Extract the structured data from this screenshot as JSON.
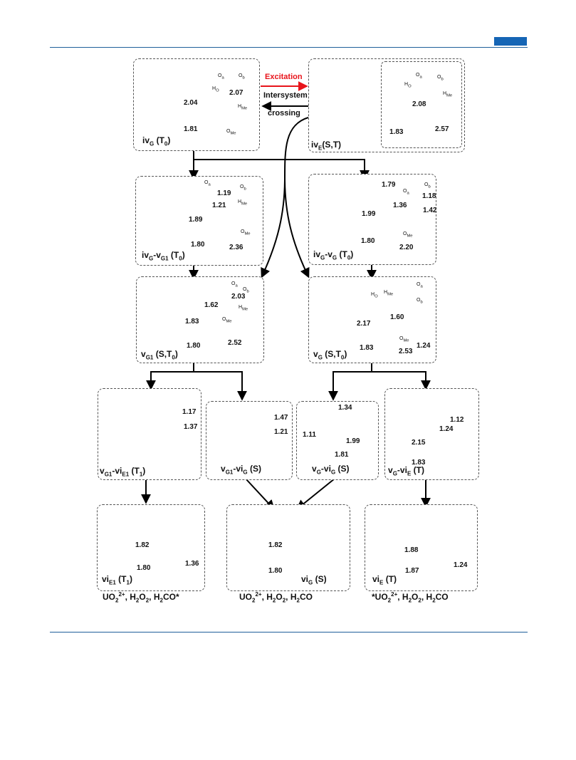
{
  "header": {
    "accent_color": "#1565b5",
    "rule_color": "#1f5f9a"
  },
  "arrows": {
    "excitation": "Excitation",
    "isc_line1": "Intersystem",
    "isc_line2": "crossing"
  },
  "panels": {
    "iv_g": {
      "label_main": "iv",
      "label_sub": "G",
      "label_state": " (T",
      "label_state_sub": "0",
      "label_close": ")",
      "atoms": [
        "O",
        "a",
        "O",
        "b",
        "H",
        "O",
        "H",
        "Me",
        "O",
        "Me"
      ],
      "distances": [
        "2.04",
        "2.07",
        "1.81"
      ]
    },
    "iv_e": {
      "label_main": "iv",
      "label_sub": "E",
      "label_state": "(S,T)",
      "atoms": [
        "O",
        "a",
        "O",
        "b",
        "H",
        "O",
        "H",
        "Me"
      ],
      "distances": [
        "2.08",
        "1.83",
        "2.57"
      ]
    },
    "ivg_vg1": {
      "label_a": "iv",
      "label_a_sub": "G",
      "label_b": "-v",
      "label_b_sub": "G1",
      "label_state": " (T",
      "label_state_sub": "0",
      "label_close": ")",
      "atoms": [
        "O",
        "a",
        "O",
        "b",
        "H",
        "Me",
        "O",
        "Me"
      ],
      "distances": [
        "1.19",
        "1.21",
        "1.89",
        "1.80",
        "2.36"
      ]
    },
    "ivg_vg": {
      "label_a": "iv",
      "label_a_sub": "G",
      "label_b": "-v",
      "label_b_sub": "G",
      "label_state": " (T",
      "label_state_sub": "0",
      "label_close": ")",
      "atoms": [
        "O",
        "a",
        "O",
        "b",
        "O",
        "Me"
      ],
      "distances": [
        "1.79",
        "1.18",
        "1.99",
        "1.36",
        "1.42",
        "1.80",
        "2.20"
      ]
    },
    "vg1": {
      "label_main": "v",
      "label_sub": "G1",
      "label_state": " (S,T",
      "label_state_sub": "0",
      "label_close": ")",
      "atoms": [
        "O",
        "a",
        "O",
        "b",
        "H",
        "Me",
        "O",
        "Me"
      ],
      "distances": [
        "2.03",
        "1.62",
        "1.83",
        "1.80",
        "2.52"
      ]
    },
    "vg": {
      "label_main": "v",
      "label_sub": "G",
      "label_state": " (S,T",
      "label_state_sub": "0",
      "label_close": ")",
      "atoms": [
        "O",
        "a",
        "O",
        "b",
        "H",
        "O",
        "H",
        "Me",
        "O",
        "Me"
      ],
      "distances": [
        "1.60",
        "2.17",
        "1.24",
        "1.83",
        "2.53"
      ]
    },
    "vg1_vie1": {
      "label_a": "v",
      "label_a_sub": "G1",
      "label_b": "-vi",
      "label_b_sub": "E1",
      "label_state": " (T",
      "label_state_sub": "1",
      "label_close": ")",
      "distances": [
        "1.17",
        "1.37"
      ]
    },
    "vg1_vig": {
      "label_a": "v",
      "label_a_sub": "G1",
      "label_b": "-vi",
      "label_b_sub": "G",
      "label_state": " (S)",
      "distances": [
        "1.47",
        "1.21"
      ]
    },
    "vg_vig": {
      "label_a": "v",
      "label_a_sub": "G",
      "label_b": "-vi",
      "label_b_sub": "G",
      "label_state": " (S)",
      "distances": [
        "1.34",
        "1.11",
        "1.99",
        "1.81"
      ]
    },
    "vg_vie": {
      "label_a": "v",
      "label_a_sub": "G",
      "label_b": "-vi",
      "label_b_sub": "E",
      "label_state": " (T)",
      "distances": [
        "1.12",
        "1.24",
        "2.15",
        "1.83"
      ]
    },
    "vie1": {
      "label_main": "vi",
      "label_sub": "E1",
      "label_state": "  (T",
      "label_state_sub": "1",
      "label_close": ")",
      "distances": [
        "1.82",
        "1.80",
        "1.36"
      ]
    },
    "vig": {
      "label_main": "vi",
      "label_sub": "G",
      "label_state": " (S)",
      "distances": [
        "1.82",
        "1.80"
      ]
    },
    "vie": {
      "label_main": "vi",
      "label_sub": "E",
      "label_state": " (T)",
      "distances": [
        "1.88",
        "1.87",
        "1.24"
      ]
    }
  },
  "captions": {
    "left": {
      "a": "UO",
      "sub1": "2",
      "sup1": "2+",
      "b": ", H",
      "sub2": "2",
      "c": "O",
      "sub3": "2",
      "d": ", H",
      "sub4": "2",
      "e": "CO*"
    },
    "middle": {
      "a": "UO",
      "sub1": "2",
      "sup1": "2+",
      "b": ", H",
      "sub2": "2",
      "c": "O",
      "sub3": "2",
      "d": ", H",
      "sub4": "2",
      "e": "CO"
    },
    "right": {
      "a": "*UO",
      "sub1": "2",
      "sup1": "2+",
      "b": ", H",
      "sub2": "2",
      "c": "O",
      "sub3": "2",
      "d": ", H",
      "sub4": "2",
      "e": "CO"
    }
  },
  "colors": {
    "uranium": "#1e90d6",
    "oxygen": "#cc1010",
    "hydrogen": "#f2f2f2",
    "carbon": "#9a9a9a",
    "spin_density": "#3a3ad8",
    "excitation_arrow": "#e8141b",
    "flow_arrow": "#000000"
  }
}
